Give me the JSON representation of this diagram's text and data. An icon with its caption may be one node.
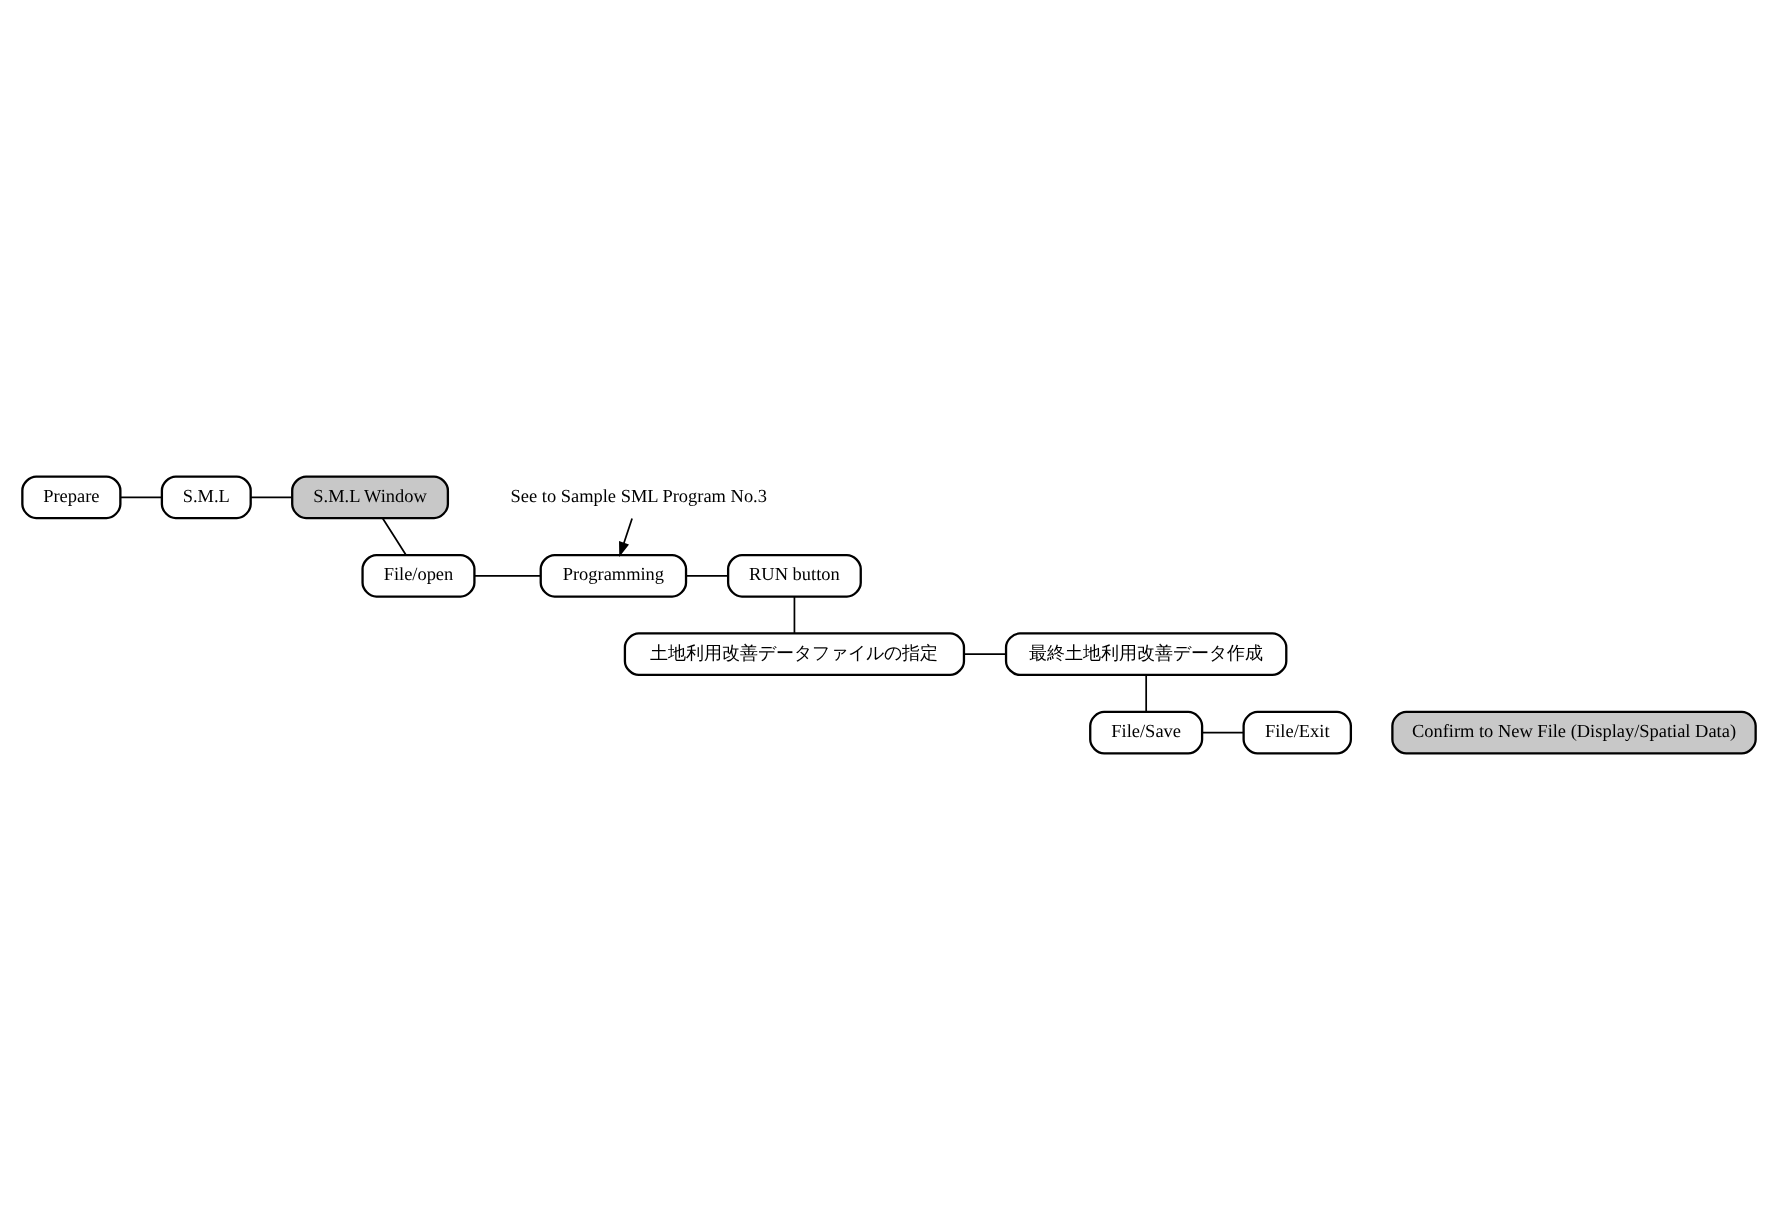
{
  "diagram": {
    "nodes": [
      {
        "text": [
          "Prepare"
        ]
      },
      {
        "text": [
          "S.M.L"
        ]
      },
      {
        "text": [
          "S.M.L Window"
        ]
      },
      {
        "text": [
          "File/open"
        ]
      },
      {
        "text": [
          "Programming"
        ]
      },
      {
        "text": [
          "RUN button"
        ]
      },
      {
        "text": [
          "See to Sample SML Program No.3"
        ]
      },
      {
        "text": [
          "土地利用改善データファイルの指定"
        ]
      },
      {
        "text": [
          "最終土地利用改善データ作成"
        ]
      },
      {
        "text": [
          "File/Save"
        ]
      },
      {
        "text": [
          "File/Exit"
        ]
      },
      {
        "text": [
          "Confirm to New File (Display/Spatial Data)"
        ]
      }
    ],
    "edges": [
      {
        "from": 0,
        "to": 1,
        "arrow": "none"
      },
      {
        "from": 1,
        "to": 2,
        "arrow": "none"
      },
      {
        "from": 2,
        "to": 3,
        "arrow": "none"
      },
      {
        "from": 3,
        "to": 4,
        "arrow": "none"
      },
      {
        "from": 4,
        "to": 5,
        "arrow": "none"
      },
      {
        "from": 6,
        "to": 4,
        "arrow": "to"
      },
      {
        "from": 5,
        "to": 7,
        "arrow": "none"
      },
      {
        "from": 7,
        "to": 8,
        "arrow": "none"
      },
      {
        "from": 8,
        "to": 9,
        "arrow": "none"
      },
      {
        "from": 9,
        "to": 10,
        "arrow": "none"
      }
    ]
  }
}
